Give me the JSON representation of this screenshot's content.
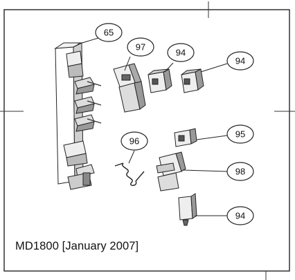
{
  "caption": "MD1800 [January 2007]",
  "callouts": [
    {
      "id": "c65",
      "label": "65"
    },
    {
      "id": "c97",
      "label": "97"
    },
    {
      "id": "c94a",
      "label": "94"
    },
    {
      "id": "c94b",
      "label": "94"
    },
    {
      "id": "c95",
      "label": "95"
    },
    {
      "id": "c96",
      "label": "96"
    },
    {
      "id": "c98",
      "label": "98"
    },
    {
      "id": "c94c",
      "label": "94"
    }
  ]
}
